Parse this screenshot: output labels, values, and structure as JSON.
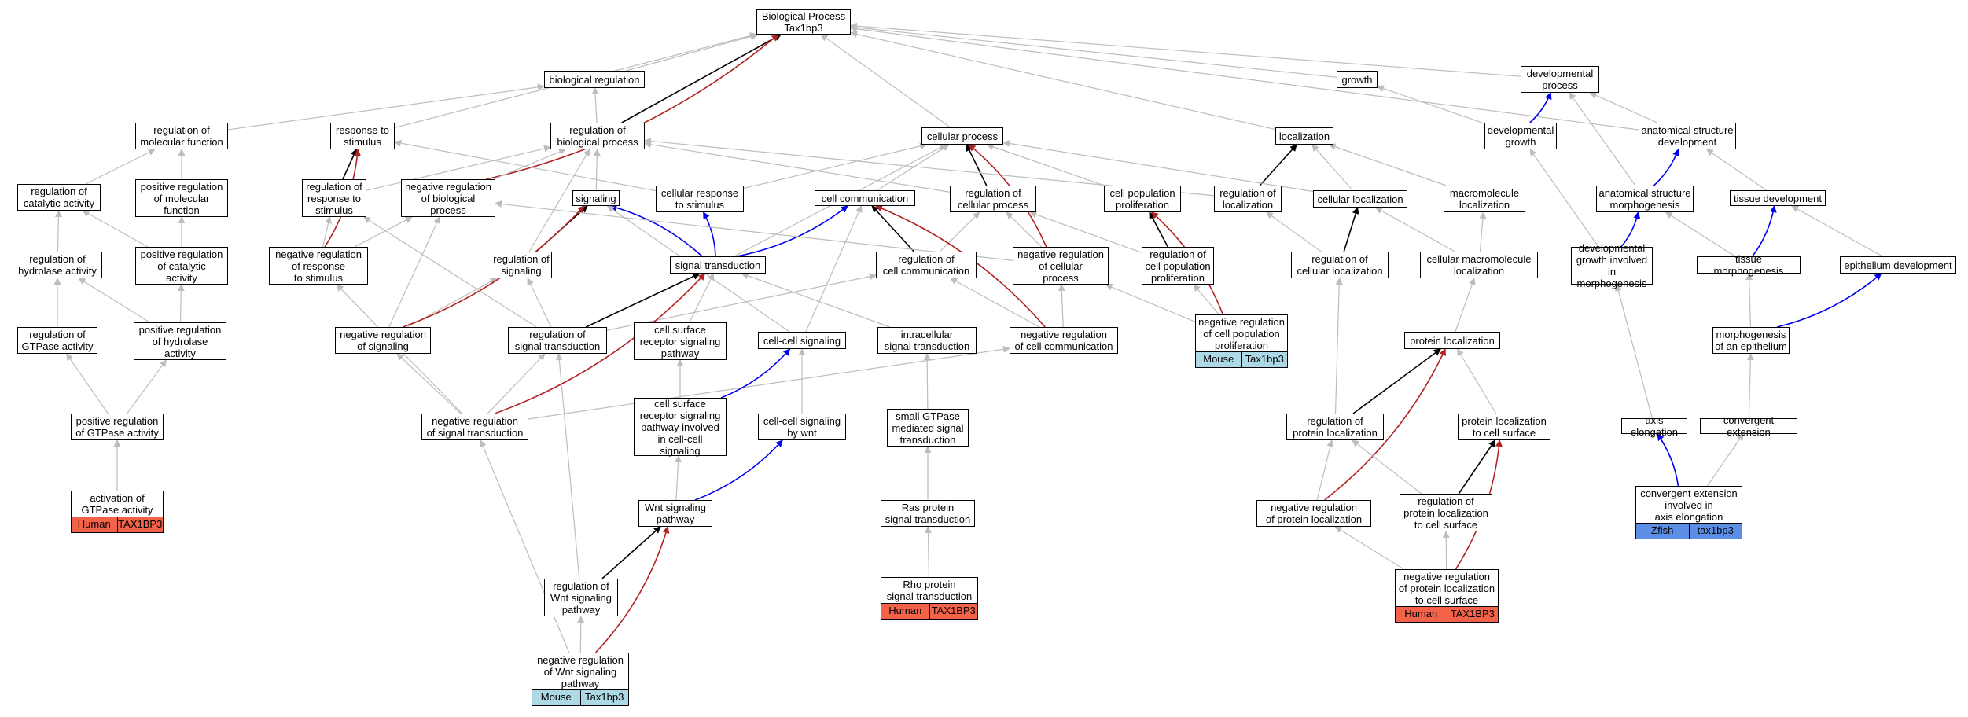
{
  "title": "Biological Process\nTax1bp3",
  "colors": {
    "is_a": "#bdbdbd",
    "part_of": "#000000",
    "negatively_regulates": "#b22222",
    "positively_regulates": "#0000ee",
    "human": "#f4624a",
    "mouse": "#add8e6",
    "zfish": "#5c8ee6"
  },
  "nodes": [
    {
      "id": "bp",
      "label": "Biological Process\nTax1bp3"
    },
    {
      "id": "bioreg",
      "label": "biological regulation"
    },
    {
      "id": "growth",
      "label": "growth"
    },
    {
      "id": "devproc",
      "label": "developmental\nprocess"
    },
    {
      "id": "regmol",
      "label": "regulation of\nmolecular function"
    },
    {
      "id": "resp",
      "label": "response to\nstimulus"
    },
    {
      "id": "regbio",
      "label": "regulation of\nbiological process"
    },
    {
      "id": "cellproc",
      "label": "cellular process"
    },
    {
      "id": "local",
      "label": "localization"
    },
    {
      "id": "devgrowth",
      "label": "developmental\ngrowth"
    },
    {
      "id": "anatdev",
      "label": "anatomical structure\ndevelopment"
    },
    {
      "id": "regcat",
      "label": "regulation of\ncatalytic activity"
    },
    {
      "id": "posregmol",
      "label": "positive regulation\nof molecular\nfunction"
    },
    {
      "id": "regresp",
      "label": "regulation of\nresponse to\nstimulus"
    },
    {
      "id": "negregbio",
      "label": "negative regulation\nof biological\nprocess"
    },
    {
      "id": "signaling",
      "label": "signaling"
    },
    {
      "id": "cellresp",
      "label": "cellular response\nto stimulus"
    },
    {
      "id": "cellcomm",
      "label": "cell communication"
    },
    {
      "id": "regcell",
      "label": "regulation of\ncellular process"
    },
    {
      "id": "cellpopprol",
      "label": "cell population\nproliferation"
    },
    {
      "id": "regloc",
      "label": "regulation of\nlocalization"
    },
    {
      "id": "cellloc",
      "label": "cellular localization"
    },
    {
      "id": "macroloc",
      "label": "macromolecule\nlocalization"
    },
    {
      "id": "anatmorph",
      "label": "anatomical structure\nmorphogenesis"
    },
    {
      "id": "tissuedev",
      "label": "tissue development"
    },
    {
      "id": "reghyd",
      "label": "regulation of\nhydrolase activity"
    },
    {
      "id": "posregcat",
      "label": "positive regulation\nof catalytic\nactivity"
    },
    {
      "id": "negregresp",
      "label": "negative regulation\nof response\nto stimulus"
    },
    {
      "id": "regsig",
      "label": "regulation of\nsignaling"
    },
    {
      "id": "sigtrans",
      "label": "signal transduction"
    },
    {
      "id": "regcellcomm",
      "label": "regulation of\ncell communication"
    },
    {
      "id": "negregcell",
      "label": "negative regulation\nof cellular\nprocess"
    },
    {
      "id": "regcellpop",
      "label": "regulation of\ncell population\nproliferation"
    },
    {
      "id": "regcellloc",
      "label": "regulation of\ncellular localization"
    },
    {
      "id": "cellmacroloc",
      "label": "cellular macromolecule\nlocalization"
    },
    {
      "id": "devgrowthmorph",
      "label": "developmental\ngrowth involved\nin morphogenesis"
    },
    {
      "id": "tissuemorph",
      "label": "tissue morphogenesis"
    },
    {
      "id": "epidev",
      "label": "epithelium development"
    },
    {
      "id": "reggtp",
      "label": "regulation of\nGTPase activity"
    },
    {
      "id": "posreghyd",
      "label": "positive regulation\nof hydrolase\nactivity"
    },
    {
      "id": "negregsig",
      "label": "negative regulation\nof signaling"
    },
    {
      "id": "regsigtrans",
      "label": "regulation of\nsignal transduction"
    },
    {
      "id": "cellsurf",
      "label": "cell surface\nreceptor signaling\npathway"
    },
    {
      "id": "cellcell",
      "label": "cell-cell signaling"
    },
    {
      "id": "intrasig",
      "label": "intracellular\nsignal transduction"
    },
    {
      "id": "negregcellcomm",
      "label": "negative regulation\nof cell communication"
    },
    {
      "id": "negregcellpop",
      "label": "negative regulation\nof cell population\nproliferation"
    },
    {
      "id": "protloc",
      "label": "protein localization"
    },
    {
      "id": "morphepi",
      "label": "morphogenesis\nof an epithelium"
    },
    {
      "id": "posreggtp",
      "label": "positive regulation\nof GTPase activity"
    },
    {
      "id": "negregsigtrans",
      "label": "negative regulation\nof signal transduction"
    },
    {
      "id": "cellsurfcc",
      "label": "cell surface\nreceptor signaling\npathway involved\nin cell-cell\nsignaling"
    },
    {
      "id": "ccwnt",
      "label": "cell-cell signaling\nby wnt"
    },
    {
      "id": "smallgtp",
      "label": "small GTPase\nmediated signal\ntransduction"
    },
    {
      "id": "regprotloc",
      "label": "regulation of\nprotein localization"
    },
    {
      "id": "protloccs",
      "label": "protein localization\nto cell surface"
    },
    {
      "id": "axiselong",
      "label": "axis elongation"
    },
    {
      "id": "convext",
      "label": "convergent extension"
    },
    {
      "id": "actgtp",
      "label": "activation of\nGTPase activity"
    },
    {
      "id": "wnt",
      "label": "Wnt signaling\npathway"
    },
    {
      "id": "ras",
      "label": "Ras protein\nsignal transduction"
    },
    {
      "id": "negregprotloc",
      "label": "negative regulation\nof protein localization"
    },
    {
      "id": "regprotloccs",
      "label": "regulation of\nprotein localization\nto cell surface"
    },
    {
      "id": "convextaxis",
      "label": "convergent extension\ninvolved in\naxis elongation"
    },
    {
      "id": "regwnt",
      "label": "regulation of\nWnt signaling\npathway"
    },
    {
      "id": "rho",
      "label": "Rho protein\nsignal transduction"
    },
    {
      "id": "negregprotloccs",
      "label": "negative regulation\nof protein localization\nto cell surface"
    },
    {
      "id": "negregwnt",
      "label": "negative regulation\nof Wnt signaling\npathway"
    }
  ],
  "annotations": [
    {
      "node": "actgtp",
      "species": "Human",
      "gene": "TAX1BP3",
      "color": "#f4624a"
    },
    {
      "node": "rho",
      "species": "Human",
      "gene": "TAX1BP3",
      "color": "#f4624a"
    },
    {
      "node": "negregprotloccs",
      "species": "Human",
      "gene": "TAX1BP3",
      "color": "#f4624a"
    },
    {
      "node": "negregcellpop",
      "species": "Mouse",
      "gene": "Tax1bp3",
      "color": "#add8e6"
    },
    {
      "node": "negregwnt",
      "species": "Mouse",
      "gene": "Tax1bp3",
      "color": "#add8e6"
    },
    {
      "node": "convextaxis",
      "species": "Zfish",
      "gene": "tax1bp3",
      "color": "#5c8ee6"
    }
  ],
  "edges": [
    {
      "from": "bioreg",
      "to": "bp",
      "type": "is_a"
    },
    {
      "from": "growth",
      "to": "bp",
      "type": "is_a"
    },
    {
      "from": "devproc",
      "to": "bp",
      "type": "is_a"
    },
    {
      "from": "resp",
      "to": "bp",
      "type": "is_a"
    },
    {
      "from": "cellproc",
      "to": "bp",
      "type": "is_a"
    },
    {
      "from": "local",
      "to": "bp",
      "type": "is_a"
    },
    {
      "from": "anatdev",
      "to": "bp",
      "type": "is_a"
    },
    {
      "from": "regmol",
      "to": "bioreg",
      "type": "is_a"
    },
    {
      "from": "regbio",
      "to": "bioreg",
      "type": "is_a"
    },
    {
      "from": "regbio",
      "to": "bp",
      "type": "part_of"
    },
    {
      "from": "negregbio",
      "to": "bp",
      "type": "negatively_regulates"
    },
    {
      "from": "devgrowth",
      "to": "growth",
      "type": "is_a"
    },
    {
      "from": "devgrowth",
      "to": "devproc",
      "type": "positively_regulates"
    },
    {
      "from": "anatdev",
      "to": "devproc",
      "type": "is_a"
    },
    {
      "from": "regcat",
      "to": "regmol",
      "type": "is_a"
    },
    {
      "from": "posregmol",
      "to": "regmol",
      "type": "is_a"
    },
    {
      "from": "regresp",
      "to": "resp",
      "type": "part_of"
    },
    {
      "from": "regresp",
      "to": "regbio",
      "type": "is_a"
    },
    {
      "from": "negregbio",
      "to": "regbio",
      "type": "is_a"
    },
    {
      "from": "signaling",
      "to": "regbio",
      "type": "is_a"
    },
    {
      "from": "cellresp",
      "to": "resp",
      "type": "is_a"
    },
    {
      "from": "cellresp",
      "to": "cellproc",
      "type": "is_a"
    },
    {
      "from": "cellcomm",
      "to": "cellproc",
      "type": "is_a"
    },
    {
      "from": "regcell",
      "to": "cellproc",
      "type": "part_of"
    },
    {
      "from": "regcell",
      "to": "regbio",
      "type": "is_a"
    },
    {
      "from": "cellpopprol",
      "to": "cellproc",
      "type": "is_a"
    },
    {
      "from": "regloc",
      "to": "local",
      "type": "part_of"
    },
    {
      "from": "regloc",
      "to": "regbio",
      "type": "is_a"
    },
    {
      "from": "cellloc",
      "to": "local",
      "type": "is_a"
    },
    {
      "from": "cellloc",
      "to": "cellproc",
      "type": "is_a"
    },
    {
      "from": "macroloc",
      "to": "local",
      "type": "is_a"
    },
    {
      "from": "anatmorph",
      "to": "anatdev",
      "type": "positively_regulates"
    },
    {
      "from": "anatmorph",
      "to": "devproc",
      "type": "is_a"
    },
    {
      "from": "tissuedev",
      "to": "anatdev",
      "type": "is_a"
    },
    {
      "from": "reghyd",
      "to": "regcat",
      "type": "is_a"
    },
    {
      "from": "posregcat",
      "to": "regcat",
      "type": "is_a"
    },
    {
      "from": "posregcat",
      "to": "posregmol",
      "type": "is_a"
    },
    {
      "from": "negregresp",
      "to": "resp",
      "type": "negatively_regulates"
    },
    {
      "from": "negregresp",
      "to": "regresp",
      "type": "is_a"
    },
    {
      "from": "negregresp",
      "to": "negregbio",
      "type": "is_a"
    },
    {
      "from": "regsig",
      "to": "signaling",
      "type": "part_of"
    },
    {
      "from": "regsig",
      "to": "regbio",
      "type": "is_a"
    },
    {
      "from": "sigtrans",
      "to": "signaling",
      "type": "positively_regulates"
    },
    {
      "from": "sigtrans",
      "to": "cellresp",
      "type": "positively_regulates"
    },
    {
      "from": "sigtrans",
      "to": "cellcomm",
      "type": "positively_regulates"
    },
    {
      "from": "sigtrans",
      "to": "cellproc",
      "type": "is_a"
    },
    {
      "from": "regcellcomm",
      "to": "cellcomm",
      "type": "part_of"
    },
    {
      "from": "regcellcomm",
      "to": "regcell",
      "type": "is_a"
    },
    {
      "from": "negregcell",
      "to": "regcell",
      "type": "is_a"
    },
    {
      "from": "negregcell",
      "to": "negregbio",
      "type": "is_a"
    },
    {
      "from": "negregcell",
      "to": "cellproc",
      "type": "negatively_regulates"
    },
    {
      "from": "regcellpop",
      "to": "cellpopprol",
      "type": "part_of"
    },
    {
      "from": "regcellpop",
      "to": "regcell",
      "type": "is_a"
    },
    {
      "from": "regcellloc",
      "to": "cellloc",
      "type": "part_of"
    },
    {
      "from": "regcellloc",
      "to": "regloc",
      "type": "is_a"
    },
    {
      "from": "cellmacroloc",
      "to": "cellloc",
      "type": "is_a"
    },
    {
      "from": "cellmacroloc",
      "to": "macroloc",
      "type": "is_a"
    },
    {
      "from": "devgrowthmorph",
      "to": "devgrowth",
      "type": "is_a"
    },
    {
      "from": "devgrowthmorph",
      "to": "anatmorph",
      "type": "positively_regulates"
    },
    {
      "from": "tissuemorph",
      "to": "anatmorph",
      "type": "is_a"
    },
    {
      "from": "tissuemorph",
      "to": "tissuedev",
      "type": "positively_regulates"
    },
    {
      "from": "epidev",
      "to": "tissuedev",
      "type": "is_a"
    },
    {
      "from": "reggtp",
      "to": "reghyd",
      "type": "is_a"
    },
    {
      "from": "posreghyd",
      "to": "reghyd",
      "type": "is_a"
    },
    {
      "from": "posreghyd",
      "to": "posregcat",
      "type": "is_a"
    },
    {
      "from": "negregsig",
      "to": "regsig",
      "type": "is_a"
    },
    {
      "from": "negregsig",
      "to": "negregbio",
      "type": "is_a"
    },
    {
      "from": "negregsig",
      "to": "signaling",
      "type": "negatively_regulates"
    },
    {
      "from": "regsigtrans",
      "to": "sigtrans",
      "type": "part_of"
    },
    {
      "from": "regsigtrans",
      "to": "regresp",
      "type": "is_a"
    },
    {
      "from": "regsigtrans",
      "to": "regsig",
      "type": "is_a"
    },
    {
      "from": "regsigtrans",
      "to": "regcellcomm",
      "type": "is_a"
    },
    {
      "from": "cellsurf",
      "to": "sigtrans",
      "type": "is_a"
    },
    {
      "from": "cellcell",
      "to": "cellcomm",
      "type": "is_a"
    },
    {
      "from": "cellcell",
      "to": "signaling",
      "type": "is_a"
    },
    {
      "from": "intrasig",
      "to": "sigtrans",
      "type": "is_a"
    },
    {
      "from": "negregcellcomm",
      "to": "regcellcomm",
      "type": "is_a"
    },
    {
      "from": "negregcellcomm",
      "to": "negregcell",
      "type": "is_a"
    },
    {
      "from": "negregcellcomm",
      "to": "cellcomm",
      "type": "negatively_regulates"
    },
    {
      "from": "negregcellpop",
      "to": "regcellpop",
      "type": "is_a"
    },
    {
      "from": "negregcellpop",
      "to": "negregcell",
      "type": "is_a"
    },
    {
      "from": "negregcellpop",
      "to": "cellpopprol",
      "type": "negatively_regulates"
    },
    {
      "from": "protloc",
      "to": "cellmacroloc",
      "type": "is_a"
    },
    {
      "from": "morphepi",
      "to": "tissuemorph",
      "type": "is_a"
    },
    {
      "from": "morphepi",
      "to": "epidev",
      "type": "positively_regulates"
    },
    {
      "from": "posreggtp",
      "to": "reggtp",
      "type": "is_a"
    },
    {
      "from": "posreggtp",
      "to": "posreghyd",
      "type": "is_a"
    },
    {
      "from": "negregsigtrans",
      "to": "regsigtrans",
      "type": "is_a"
    },
    {
      "from": "negregsigtrans",
      "to": "negregsig",
      "type": "is_a"
    },
    {
      "from": "negregsigtrans",
      "to": "negregresp",
      "type": "is_a"
    },
    {
      "from": "negregsigtrans",
      "to": "negregcellcomm",
      "type": "is_a"
    },
    {
      "from": "negregsigtrans",
      "to": "sigtrans",
      "type": "negatively_regulates"
    },
    {
      "from": "cellsurfcc",
      "to": "cellsurf",
      "type": "is_a"
    },
    {
      "from": "cellsurfcc",
      "to": "cellcell",
      "type": "positively_regulates"
    },
    {
      "from": "ccwnt",
      "to": "cellcell",
      "type": "is_a"
    },
    {
      "from": "smallgtp",
      "to": "intrasig",
      "type": "is_a"
    },
    {
      "from": "regprotloc",
      "to": "protloc",
      "type": "part_of"
    },
    {
      "from": "regprotloc",
      "to": "regcellloc",
      "type": "is_a"
    },
    {
      "from": "protloccs",
      "to": "protloc",
      "type": "is_a"
    },
    {
      "from": "axiselong",
      "to": "devgrowthmorph",
      "type": "is_a"
    },
    {
      "from": "convext",
      "to": "morphepi",
      "type": "is_a"
    },
    {
      "from": "actgtp",
      "to": "posreggtp",
      "type": "is_a"
    },
    {
      "from": "wnt",
      "to": "cellsurfcc",
      "type": "is_a"
    },
    {
      "from": "wnt",
      "to": "ccwnt",
      "type": "positively_regulates"
    },
    {
      "from": "ras",
      "to": "smallgtp",
      "type": "is_a"
    },
    {
      "from": "negregprotloc",
      "to": "regprotloc",
      "type": "is_a"
    },
    {
      "from": "negregprotloc",
      "to": "protloc",
      "type": "negatively_regulates"
    },
    {
      "from": "regprotloccs",
      "to": "regprotloc",
      "type": "is_a"
    },
    {
      "from": "regprotloccs",
      "to": "protloccs",
      "type": "part_of"
    },
    {
      "from": "convextaxis",
      "to": "axiselong",
      "type": "positively_regulates"
    },
    {
      "from": "convextaxis",
      "to": "convext",
      "type": "is_a"
    },
    {
      "from": "regwnt",
      "to": "wnt",
      "type": "part_of"
    },
    {
      "from": "regwnt",
      "to": "regsigtrans",
      "type": "is_a"
    },
    {
      "from": "rho",
      "to": "ras",
      "type": "is_a"
    },
    {
      "from": "negregprotloccs",
      "to": "regprotloccs",
      "type": "is_a"
    },
    {
      "from": "negregprotloccs",
      "to": "negregprotloc",
      "type": "is_a"
    },
    {
      "from": "negregprotloccs",
      "to": "protloccs",
      "type": "negatively_regulates"
    },
    {
      "from": "negregwnt",
      "to": "regwnt",
      "type": "is_a"
    },
    {
      "from": "negregwnt",
      "to": "negregsigtrans",
      "type": "is_a"
    },
    {
      "from": "negregwnt",
      "to": "wnt",
      "type": "negatively_regulates"
    }
  ]
}
